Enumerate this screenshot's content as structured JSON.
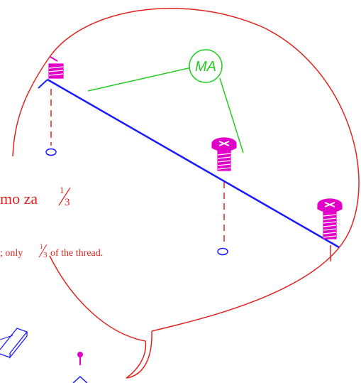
{
  "labels": {
    "part_code": "MA",
    "caption_main_prefix": "mo za",
    "caption_sub_prefix": "; only",
    "caption_sub_suffix": "of the thread.",
    "fraction_numerator": "1",
    "fraction_denominator": "3"
  },
  "colors": {
    "bubble_outline": "#e0231e",
    "caption_text": "#e0231e",
    "board_edge": "#1a1aff",
    "screw": "#e000c8",
    "leader_line": "#22cc22",
    "hole_marker": "#1a1aff",
    "guide_dash": "#e0231e",
    "part_outline": "#1a1aff"
  },
  "icons": {
    "screw": "phillips-screw-icon",
    "hole": "hole-marker-icon"
  }
}
